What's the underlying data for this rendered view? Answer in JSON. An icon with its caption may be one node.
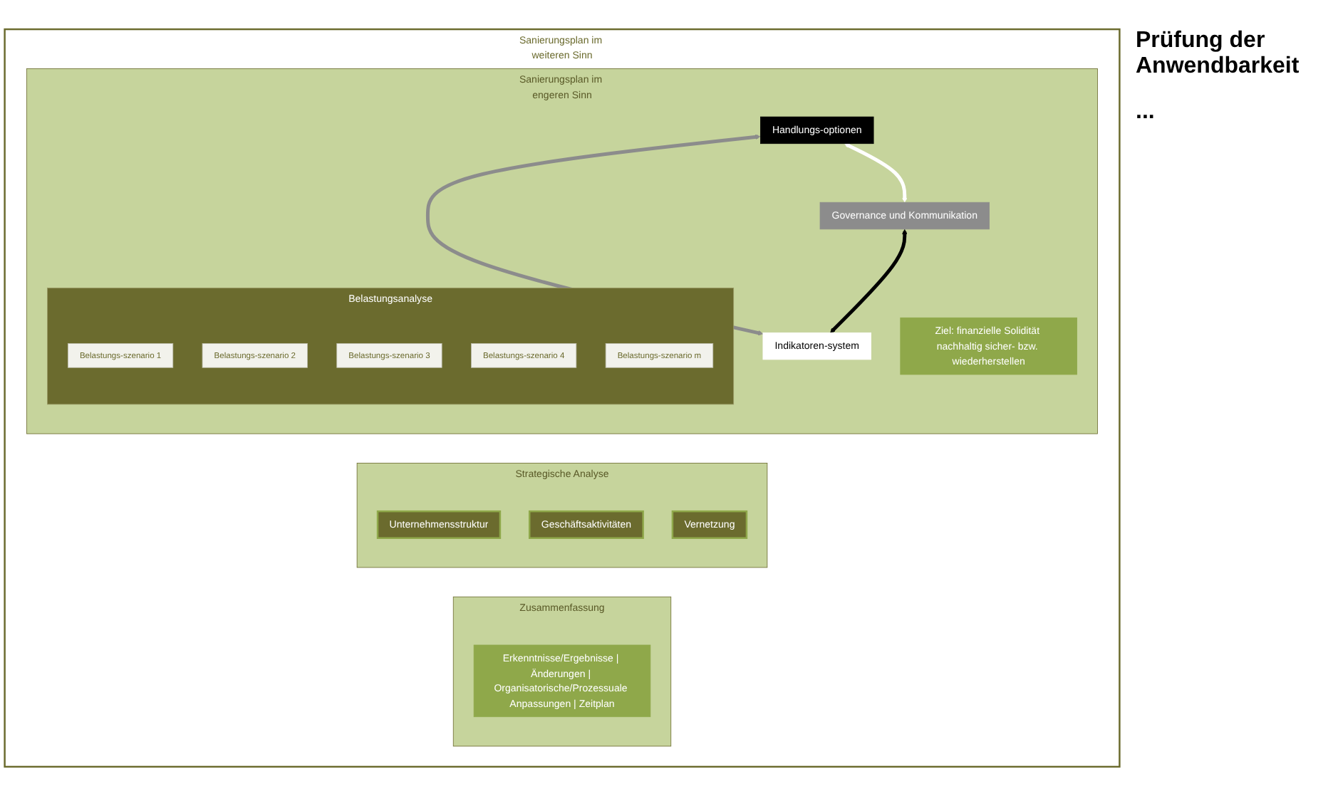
{
  "diagram": {
    "nodes": [
      {
        "text": [
          "Sanierungsplan im weiteren Sinn"
        ]
      },
      {
        "text": [
          "Sanierungsplan im engeren Sinn"
        ],
        "in": 0
      },
      {
        "text": [
          "Ziel: finanzielle Solidität nachhaltig sicher- bzw. wiederherstellen"
        ],
        "in": 1
      },
      {
        "text": [
          "Handlungs-optionen"
        ],
        "in": 1
      },
      {
        "text": [
          "Governance und Kommunikation"
        ],
        "in": 1
      },
      {
        "text": [
          "Indikatoren-system"
        ],
        "in": 1
      },
      {
        "text": [
          "Belastungsanalyse"
        ],
        "in": 1
      },
      {
        "text": [
          "Belastungs-szenario 1"
        ],
        "in": 6
      },
      {
        "text": [
          "Belastungs-szenario 2"
        ],
        "in": 6
      },
      {
        "text": [
          "Belastungs-szenario 3"
        ],
        "in": 6
      },
      {
        "text": [
          "Belastungs-szenario 4"
        ],
        "in": 6
      },
      {
        "text": [
          "Belastungs-szenario m"
        ],
        "in": 6
      },
      {
        "text": [
          "Strategische Analyse"
        ],
        "in": 0
      },
      {
        "text": [
          "Unternehmensstruktur"
        ],
        "in": 12
      },
      {
        "text": [
          "Geschäftsaktivitäten"
        ],
        "in": 12
      },
      {
        "text": [
          "Vernetzung"
        ],
        "in": 12
      },
      {
        "text": [
          "Zusammenfassung"
        ],
        "in": 0
      },
      {
        "text": [
          "Erkenntnisse/Ergebnisse | Änderungen | Organisatorische/Prozessuale Anpassungen | Zeitplan"
        ],
        "in": 16
      }
    ],
    "edges": [
      {
        "from": 3,
        "to": 4,
        "arrow": "both",
        "color": "#ffffff"
      },
      {
        "from": 3,
        "to": 5,
        "arrow": "both",
        "color": "#8c8c8c"
      },
      {
        "from": 4,
        "to": 5,
        "arrow": "both",
        "color": "#000000"
      }
    ],
    "labels": [
      "Prüfung der Anwendbarkeit",
      "..."
    ]
  }
}
